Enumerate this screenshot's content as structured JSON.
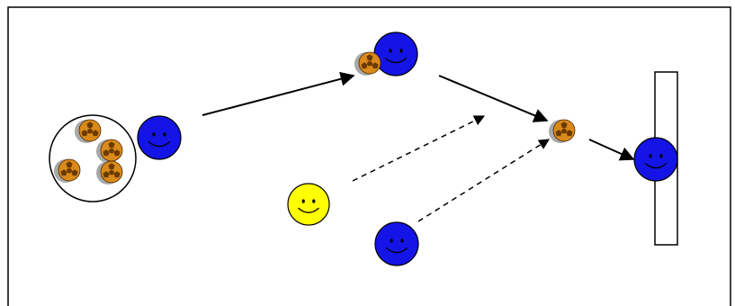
{
  "diagram": {
    "kind": "football-drill",
    "colors": {
      "frame": "#000000",
      "team_player": "#1414e6",
      "neutral_player": "#ffff00",
      "ball_fill": "#d98a1a",
      "ball_patch": "#6b3a00",
      "ball_shadow": "#a8a8a8",
      "arrow": "#000000",
      "goal_fill": "#ffffff"
    },
    "elements": [
      {
        "id": "ball-depot",
        "type": "ring"
      },
      {
        "id": "ball-1",
        "type": "ball"
      },
      {
        "id": "ball-2",
        "type": "ball"
      },
      {
        "id": "ball-3",
        "type": "ball"
      },
      {
        "id": "ball-4",
        "type": "ball"
      },
      {
        "id": "player-start",
        "type": "player",
        "team": "blue"
      },
      {
        "id": "player-top",
        "type": "player",
        "team": "blue"
      },
      {
        "id": "ball-top",
        "type": "ball"
      },
      {
        "id": "ball-mid",
        "type": "ball"
      },
      {
        "id": "player-neutral",
        "type": "player",
        "team": "yellow"
      },
      {
        "id": "player-bottom",
        "type": "player",
        "team": "blue"
      },
      {
        "id": "goal",
        "type": "goal-bar"
      },
      {
        "id": "goalkeeper",
        "type": "player",
        "team": "blue"
      }
    ],
    "arrows": [
      {
        "from": "player-start",
        "to": "ball-top",
        "style": "solid"
      },
      {
        "from": "ball-top",
        "to": "ball-mid",
        "style": "solid"
      },
      {
        "from": "ball-mid",
        "to": "goalkeeper",
        "style": "solid"
      },
      {
        "from": "player-neutral",
        "to": "open-space",
        "style": "dashed"
      },
      {
        "from": "player-bottom",
        "to": "ball-mid",
        "style": "dashed"
      }
    ]
  }
}
